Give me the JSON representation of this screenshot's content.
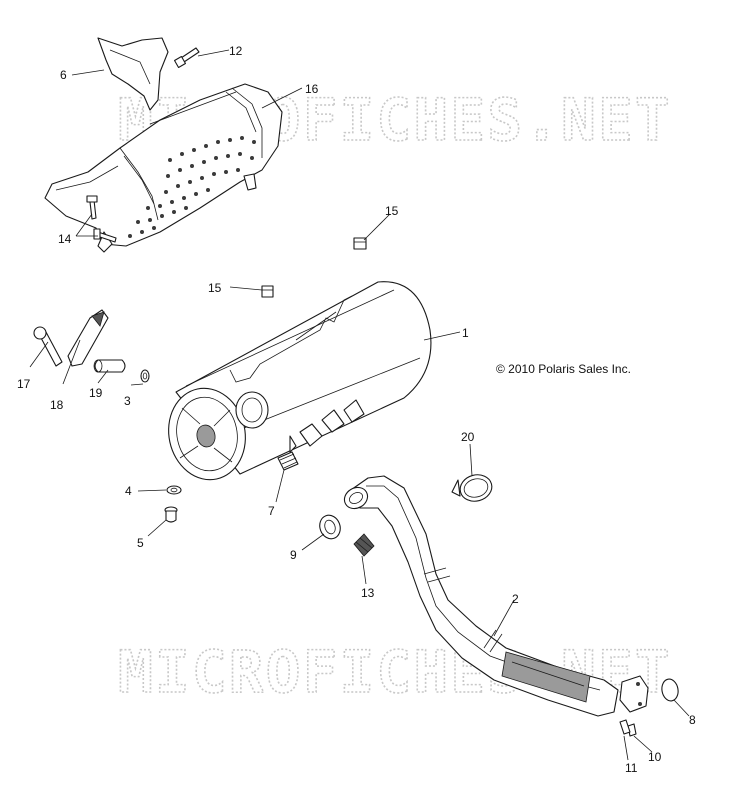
{
  "watermark": {
    "text": "MICROFICHES.NET"
  },
  "copyright": "© 2010 Polaris Sales Inc.",
  "callouts": {
    "c1": "1",
    "c2": "2",
    "c3": "3",
    "c4": "4",
    "c5": "5",
    "c6": "6",
    "c7": "7",
    "c8": "8",
    "c9": "9",
    "c10": "10",
    "c11": "11",
    "c12": "12",
    "c13": "13",
    "c14": "14",
    "c15a": "15",
    "c15b": "15",
    "c16": "16",
    "c17": "17",
    "c18": "18",
    "c19": "19",
    "c20": "20"
  }
}
